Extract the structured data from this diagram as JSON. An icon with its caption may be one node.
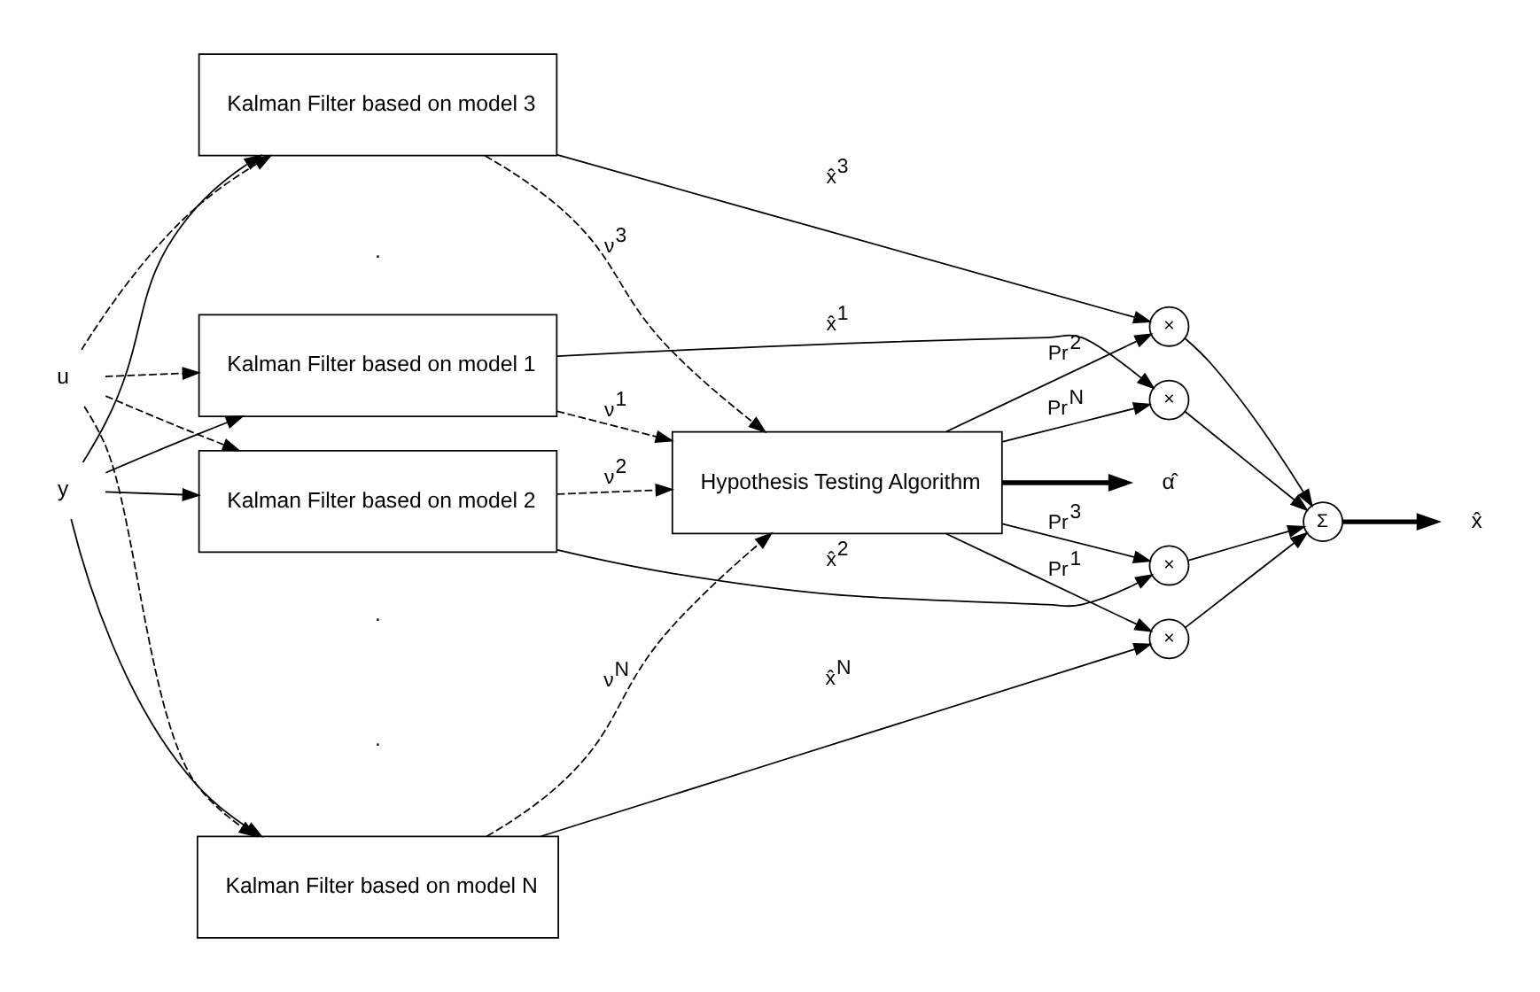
{
  "diagram": {
    "nodes": [
      {
        "text": [
          "u"
        ]
      },
      {
        "text": [
          "y"
        ]
      },
      {
        "text": [
          "Kalman Filter based on model 1"
        ]
      },
      {
        "text": [
          "Kalman Filter based on model 2"
        ]
      },
      {
        "text": [
          "Kalman Filter based on model 3"
        ]
      },
      {
        "text": [
          "Kalman Filter based on model N"
        ]
      },
      {
        "text": [
          "Hypothesis Testing Algorithm"
        ]
      },
      {
        "text": [
          "α̂"
        ]
      },
      {
        "text": [
          "×"
        ]
      },
      {
        "text": [
          "×"
        ]
      },
      {
        "text": [
          "×"
        ]
      },
      {
        "text": [
          "×"
        ]
      },
      {
        "text": [
          "Σ"
        ]
      },
      {
        "text": [
          "x̂"
        ]
      }
    ],
    "edges": [
      {
        "from": 0,
        "to": 2,
        "arrow": "to",
        "style": "dashed"
      },
      {
        "from": 0,
        "to": 3,
        "arrow": "to",
        "style": "dashed"
      },
      {
        "from": 0,
        "to": 4,
        "arrow": "to",
        "style": "dashed"
      },
      {
        "from": 0,
        "to": 5,
        "arrow": "to",
        "style": "dashed"
      },
      {
        "from": 1,
        "to": 2,
        "arrow": "to"
      },
      {
        "from": 1,
        "to": 3,
        "arrow": "to"
      },
      {
        "from": 1,
        "to": 4,
        "arrow": "to"
      },
      {
        "from": 1,
        "to": 5,
        "arrow": "to"
      },
      {
        "from": 2,
        "to": 6,
        "arrow": "to",
        "style": "dashed",
        "label": "ν$^{1}$"
      },
      {
        "from": 3,
        "to": 6,
        "arrow": "to",
        "style": "dashed",
        "label": "ν$^{2}$"
      },
      {
        "from": 4,
        "to": 6,
        "arrow": "to",
        "style": "dashed",
        "label": "ν$^{3}$"
      },
      {
        "from": 5,
        "to": 6,
        "arrow": "to",
        "style": "dashed",
        "label": "ν$^{N}$"
      },
      {
        "from": 2,
        "to": 8,
        "arrow": "to",
        "label": "x̂$^{1}$"
      },
      {
        "from": 3,
        "to": 9,
        "arrow": "to",
        "label": "x̂$^{2}$"
      },
      {
        "from": 4,
        "to": 10,
        "arrow": "to",
        "label": "x̂$^{3}$"
      },
      {
        "from": 5,
        "to": 11,
        "arrow": "to",
        "label": "x̂$^{N}$"
      },
      {
        "from": 6,
        "to": 11,
        "arrow": "to",
        "label": "Pr$^{1}$"
      },
      {
        "from": 6,
        "to": 10,
        "arrow": "to",
        "label": "Pr$^{2}$"
      },
      {
        "from": 6,
        "to": 9,
        "arrow": "to",
        "label": "Pr$^{3}$"
      },
      {
        "from": 6,
        "to": 8,
        "arrow": "to",
        "label": "Pr$^{N}$"
      },
      {
        "from": 6,
        "to": 7,
        "arrow": "to",
        "style": "thick"
      },
      {
        "from": 8,
        "to": 12,
        "arrow": "to"
      },
      {
        "from": 9,
        "to": 12,
        "arrow": "to"
      },
      {
        "from": 10,
        "to": 12,
        "arrow": "to"
      },
      {
        "from": 11,
        "to": 12,
        "arrow": "to"
      },
      {
        "from": 12,
        "to": 13,
        "arrow": "to",
        "style": "thick"
      }
    ],
    "labels": [
      ".",
      ".",
      "."
    ]
  }
}
